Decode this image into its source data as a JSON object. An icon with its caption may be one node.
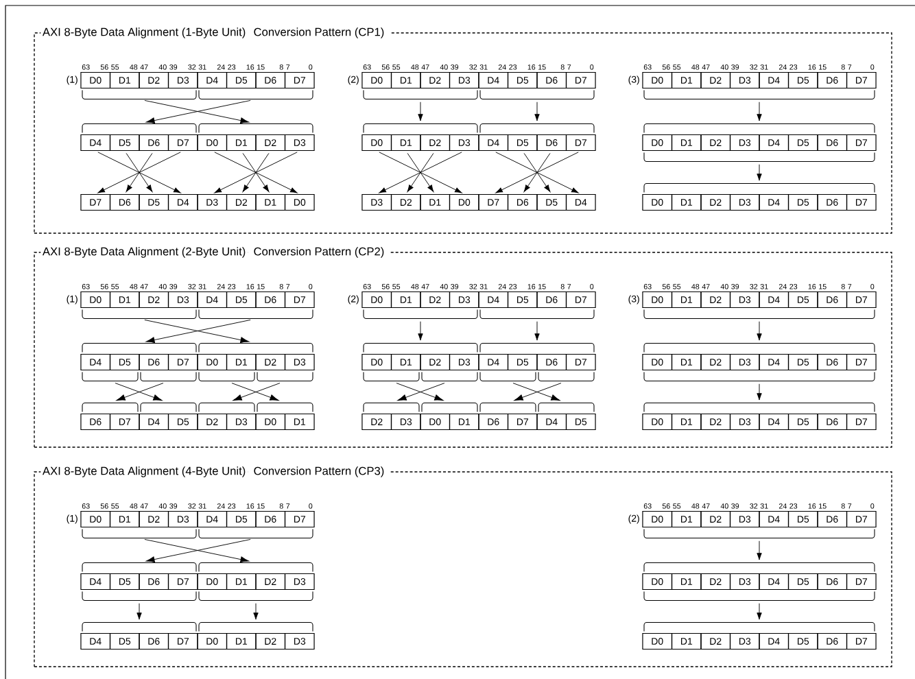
{
  "diagram": {
    "nodes": [
      {
        "text": [
          "AXI 8-Byte Data Alignment (1-Byte Unit)",
          "Conversion Pattern (CP1)"
        ]
      },
      {
        "text": [
          "D0"
        ],
        "in": 0
      },
      {
        "text": [
          "D1"
        ],
        "in": 0
      },
      {
        "text": [
          "D2"
        ],
        "in": 0
      },
      {
        "text": [
          "D3"
        ],
        "in": 0
      },
      {
        "text": [
          "D4"
        ],
        "in": 0
      },
      {
        "text": [
          "D5"
        ],
        "in": 0
      },
      {
        "text": [
          "D6"
        ],
        "in": 0
      },
      {
        "text": [
          "D7"
        ],
        "in": 0
      },
      {
        "text": [],
        "shape": "bracket",
        "in": 0
      },
      {
        "text": [],
        "shape": "bracket",
        "in": 0
      },
      {
        "text": [],
        "shape": "bracket",
        "in": 0
      },
      {
        "text": [],
        "shape": "bracket",
        "in": 0
      },
      {
        "text": [
          "D4"
        ],
        "in": 0
      },
      {
        "text": [
          "D5"
        ],
        "in": 0
      },
      {
        "text": [
          "D6"
        ],
        "in": 0
      },
      {
        "text": [
          "D7"
        ],
        "in": 0
      },
      {
        "text": [
          "D0"
        ],
        "in": 0
      },
      {
        "text": [
          "D1"
        ],
        "in": 0
      },
      {
        "text": [
          "D2"
        ],
        "in": 0
      },
      {
        "text": [
          "D3"
        ],
        "in": 0
      },
      {
        "text": [
          "D7"
        ],
        "in": 0
      },
      {
        "text": [
          "D6"
        ],
        "in": 0
      },
      {
        "text": [
          "D5"
        ],
        "in": 0
      },
      {
        "text": [
          "D4"
        ],
        "in": 0
      },
      {
        "text": [
          "D3"
        ],
        "in": 0
      },
      {
        "text": [
          "D2"
        ],
        "in": 0
      },
      {
        "text": [
          "D1"
        ],
        "in": 0
      },
      {
        "text": [
          "D0"
        ],
        "in": 0
      },
      {
        "text": [
          "D0"
        ],
        "in": 0
      },
      {
        "text": [
          "D1"
        ],
        "in": 0
      },
      {
        "text": [
          "D2"
        ],
        "in": 0
      },
      {
        "text": [
          "D3"
        ],
        "in": 0
      },
      {
        "text": [
          "D4"
        ],
        "in": 0
      },
      {
        "text": [
          "D5"
        ],
        "in": 0
      },
      {
        "text": [
          "D6"
        ],
        "in": 0
      },
      {
        "text": [
          "D7"
        ],
        "in": 0
      },
      {
        "text": [],
        "shape": "bracket",
        "in": 0
      },
      {
        "text": [],
        "shape": "bracket",
        "in": 0
      },
      {
        "text": [],
        "shape": "bracket",
        "in": 0
      },
      {
        "text": [],
        "shape": "bracket",
        "in": 0
      },
      {
        "text": [
          "D0"
        ],
        "in": 0
      },
      {
        "text": [
          "D1"
        ],
        "in": 0
      },
      {
        "text": [
          "D2"
        ],
        "in": 0
      },
      {
        "text": [
          "D3"
        ],
        "in": 0
      },
      {
        "text": [
          "D4"
        ],
        "in": 0
      },
      {
        "text": [
          "D5"
        ],
        "in": 0
      },
      {
        "text": [
          "D6"
        ],
        "in": 0
      },
      {
        "text": [
          "D7"
        ],
        "in": 0
      },
      {
        "text": [
          "D3"
        ],
        "in": 0
      },
      {
        "text": [
          "D2"
        ],
        "in": 0
      },
      {
        "text": [
          "D1"
        ],
        "in": 0
      },
      {
        "text": [
          "D0"
        ],
        "in": 0
      },
      {
        "text": [
          "D7"
        ],
        "in": 0
      },
      {
        "text": [
          "D6"
        ],
        "in": 0
      },
      {
        "text": [
          "D5"
        ],
        "in": 0
      },
      {
        "text": [
          "D4"
        ],
        "in": 0
      },
      {
        "text": [
          "D0"
        ],
        "in": 0
      },
      {
        "text": [
          "D1"
        ],
        "in": 0
      },
      {
        "text": [
          "D2"
        ],
        "in": 0
      },
      {
        "text": [
          "D3"
        ],
        "in": 0
      },
      {
        "text": [
          "D4"
        ],
        "in": 0
      },
      {
        "text": [
          "D5"
        ],
        "in": 0
      },
      {
        "text": [
          "D6"
        ],
        "in": 0
      },
      {
        "text": [
          "D7"
        ],
        "in": 0
      },
      {
        "text": [],
        "shape": "bracket",
        "in": 0
      },
      {
        "text": [],
        "shape": "bracket",
        "in": 0
      },
      {
        "text": [
          "D0"
        ],
        "in": 0
      },
      {
        "text": [
          "D1"
        ],
        "in": 0
      },
      {
        "text": [
          "D2"
        ],
        "in": 0
      },
      {
        "text": [
          "D3"
        ],
        "in": 0
      },
      {
        "text": [
          "D4"
        ],
        "in": 0
      },
      {
        "text": [
          "D5"
        ],
        "in": 0
      },
      {
        "text": [
          "D6"
        ],
        "in": 0
      },
      {
        "text": [
          "D7"
        ],
        "in": 0
      },
      {
        "text": [],
        "shape": "bracket",
        "in": 0
      },
      {
        "text": [],
        "shape": "bracket",
        "in": 0
      },
      {
        "text": [
          "D0"
        ],
        "in": 0
      },
      {
        "text": [
          "D1"
        ],
        "in": 0
      },
      {
        "text": [
          "D2"
        ],
        "in": 0
      },
      {
        "text": [
          "D3"
        ],
        "in": 0
      },
      {
        "text": [
          "D4"
        ],
        "in": 0
      },
      {
        "text": [
          "D5"
        ],
        "in": 0
      },
      {
        "text": [
          "D6"
        ],
        "in": 0
      },
      {
        "text": [
          "D7"
        ],
        "in": 0
      },
      {
        "text": [
          "AXI 8-Byte Data Alignment (2-Byte Unit)",
          "Conversion Pattern (CP2)"
        ]
      },
      {
        "text": [
          "D0"
        ],
        "in": 85
      },
      {
        "text": [
          "D1"
        ],
        "in": 85
      },
      {
        "text": [
          "D2"
        ],
        "in": 85
      },
      {
        "text": [
          "D3"
        ],
        "in": 85
      },
      {
        "text": [
          "D4"
        ],
        "in": 85
      },
      {
        "text": [
          "D5"
        ],
        "in": 85
      },
      {
        "text": [
          "D6"
        ],
        "in": 85
      },
      {
        "text": [
          "D7"
        ],
        "in": 85
      },
      {
        "text": [],
        "shape": "bracket",
        "in": 85
      },
      {
        "text": [],
        "shape": "bracket",
        "in": 85
      },
      {
        "text": [],
        "shape": "bracket",
        "in": 85
      },
      {
        "text": [],
        "shape": "bracket",
        "in": 85
      },
      {
        "text": [
          "D4"
        ],
        "in": 85
      },
      {
        "text": [
          "D5"
        ],
        "in": 85
      },
      {
        "text": [
          "D6"
        ],
        "in": 85
      },
      {
        "text": [
          "D7"
        ],
        "in": 85
      },
      {
        "text": [
          "D0"
        ],
        "in": 85
      },
      {
        "text": [
          "D1"
        ],
        "in": 85
      },
      {
        "text": [
          "D2"
        ],
        "in": 85
      },
      {
        "text": [
          "D3"
        ],
        "in": 85
      },
      {
        "text": [],
        "shape": "bracket",
        "in": 85
      },
      {
        "text": [],
        "shape": "bracket",
        "in": 85
      },
      {
        "text": [],
        "shape": "bracket",
        "in": 85
      },
      {
        "text": [],
        "shape": "bracket",
        "in": 85
      },
      {
        "text": [],
        "shape": "bracket",
        "in": 85
      },
      {
        "text": [],
        "shape": "bracket",
        "in": 85
      },
      {
        "text": [],
        "shape": "bracket",
        "in": 85
      },
      {
        "text": [],
        "shape": "bracket",
        "in": 85
      },
      {
        "text": [
          "D6"
        ],
        "in": 85
      },
      {
        "text": [
          "D7"
        ],
        "in": 85
      },
      {
        "text": [
          "D4"
        ],
        "in": 85
      },
      {
        "text": [
          "D5"
        ],
        "in": 85
      },
      {
        "text": [
          "D2"
        ],
        "in": 85
      },
      {
        "text": [
          "D3"
        ],
        "in": 85
      },
      {
        "text": [
          "D0"
        ],
        "in": 85
      },
      {
        "text": [
          "D1"
        ],
        "in": 85
      },
      {
        "text": [
          "D0"
        ],
        "in": 85
      },
      {
        "text": [
          "D1"
        ],
        "in": 85
      },
      {
        "text": [
          "D2"
        ],
        "in": 85
      },
      {
        "text": [
          "D3"
        ],
        "in": 85
      },
      {
        "text": [
          "D4"
        ],
        "in": 85
      },
      {
        "text": [
          "D5"
        ],
        "in": 85
      },
      {
        "text": [
          "D6"
        ],
        "in": 85
      },
      {
        "text": [
          "D7"
        ],
        "in": 85
      },
      {
        "text": [],
        "shape": "bracket",
        "in": 85
      },
      {
        "text": [],
        "shape": "bracket",
        "in": 85
      },
      {
        "text": [],
        "shape": "bracket",
        "in": 85
      },
      {
        "text": [],
        "shape": "bracket",
        "in": 85
      },
      {
        "text": [
          "D0"
        ],
        "in": 85
      },
      {
        "text": [
          "D1"
        ],
        "in": 85
      },
      {
        "text": [
          "D2"
        ],
        "in": 85
      },
      {
        "text": [
          "D3"
        ],
        "in": 85
      },
      {
        "text": [
          "D4"
        ],
        "in": 85
      },
      {
        "text": [
          "D5"
        ],
        "in": 85
      },
      {
        "text": [
          "D6"
        ],
        "in": 85
      },
      {
        "text": [
          "D7"
        ],
        "in": 85
      },
      {
        "text": [],
        "shape": "bracket",
        "in": 85
      },
      {
        "text": [],
        "shape": "bracket",
        "in": 85
      },
      {
        "text": [],
        "shape": "bracket",
        "in": 85
      },
      {
        "text": [],
        "shape": "bracket",
        "in": 85
      },
      {
        "text": [],
        "shape": "bracket",
        "in": 85
      },
      {
        "text": [],
        "shape": "bracket",
        "in": 85
      },
      {
        "text": [],
        "shape": "bracket",
        "in": 85
      },
      {
        "text": [],
        "shape": "bracket",
        "in": 85
      },
      {
        "text": [
          "D2"
        ],
        "in": 85
      },
      {
        "text": [
          "D3"
        ],
        "in": 85
      },
      {
        "text": [
          "D0"
        ],
        "in": 85
      },
      {
        "text": [
          "D1"
        ],
        "in": 85
      },
      {
        "text": [
          "D6"
        ],
        "in": 85
      },
      {
        "text": [
          "D7"
        ],
        "in": 85
      },
      {
        "text": [
          "D4"
        ],
        "in": 85
      },
      {
        "text": [
          "D5"
        ],
        "in": 85
      },
      {
        "text": [
          "D0"
        ],
        "in": 85
      },
      {
        "text": [
          "D1"
        ],
        "in": 85
      },
      {
        "text": [
          "D2"
        ],
        "in": 85
      },
      {
        "text": [
          "D3"
        ],
        "in": 85
      },
      {
        "text": [
          "D4"
        ],
        "in": 85
      },
      {
        "text": [
          "D5"
        ],
        "in": 85
      },
      {
        "text": [
          "D6"
        ],
        "in": 85
      },
      {
        "text": [
          "D7"
        ],
        "in": 85
      },
      {
        "text": [],
        "shape": "bracket",
        "in": 85
      },
      {
        "text": [],
        "shape": "bracket",
        "in": 85
      },
      {
        "text": [
          "D0"
        ],
        "in": 85
      },
      {
        "text": [
          "D1"
        ],
        "in": 85
      },
      {
        "text": [
          "D2"
        ],
        "in": 85
      },
      {
        "text": [
          "D3"
        ],
        "in": 85
      },
      {
        "text": [
          "D4"
        ],
        "in": 85
      },
      {
        "text": [
          "D5"
        ],
        "in": 85
      },
      {
        "text": [
          "D6"
        ],
        "in": 85
      },
      {
        "text": [
          "D7"
        ],
        "in": 85
      },
      {
        "text": [],
        "shape": "bracket",
        "in": 85
      },
      {
        "text": [],
        "shape": "bracket",
        "in": 85
      },
      {
        "text": [
          "D0"
        ],
        "in": 85
      },
      {
        "text": [
          "D1"
        ],
        "in": 85
      },
      {
        "text": [
          "D2"
        ],
        "in": 85
      },
      {
        "text": [
          "D3"
        ],
        "in": 85
      },
      {
        "text": [
          "D4"
        ],
        "in": 85
      },
      {
        "text": [
          "D5"
        ],
        "in": 85
      },
      {
        "text": [
          "D6"
        ],
        "in": 85
      },
      {
        "text": [
          "D7"
        ],
        "in": 85
      },
      {
        "text": [
          "AXI 8-Byte Data Alignment (4-Byte Unit)",
          "Conversion Pattern (CP3)"
        ]
      },
      {
        "text": [
          "D0"
        ],
        "in": 186
      },
      {
        "text": [
          "D1"
        ],
        "in": 186
      },
      {
        "text": [
          "D2"
        ],
        "in": 186
      },
      {
        "text": [
          "D3"
        ],
        "in": 186
      },
      {
        "text": [
          "D4"
        ],
        "in": 186
      },
      {
        "text": [
          "D5"
        ],
        "in": 186
      },
      {
        "text": [
          "D6"
        ],
        "in": 186
      },
      {
        "text": [
          "D7"
        ],
        "in": 186
      },
      {
        "text": [],
        "shape": "bracket",
        "in": 186
      },
      {
        "text": [],
        "shape": "bracket",
        "in": 186
      },
      {
        "text": [],
        "shape": "bracket",
        "in": 186
      },
      {
        "text": [],
        "shape": "bracket",
        "in": 186
      },
      {
        "text": [
          "D4"
        ],
        "in": 186
      },
      {
        "text": [
          "D5"
        ],
        "in": 186
      },
      {
        "text": [
          "D6"
        ],
        "in": 186
      },
      {
        "text": [
          "D7"
        ],
        "in": 186
      },
      {
        "text": [
          "D0"
        ],
        "in": 186
      },
      {
        "text": [
          "D1"
        ],
        "in": 186
      },
      {
        "text": [
          "D2"
        ],
        "in": 186
      },
      {
        "text": [
          "D3"
        ],
        "in": 186
      },
      {
        "text": [],
        "shape": "bracket",
        "in": 186
      },
      {
        "text": [],
        "shape": "bracket",
        "in": 186
      },
      {
        "text": [],
        "shape": "bracket",
        "in": 186
      },
      {
        "text": [],
        "shape": "bracket",
        "in": 186
      },
      {
        "text": [
          "D4"
        ],
        "in": 186
      },
      {
        "text": [
          "D5"
        ],
        "in": 186
      },
      {
        "text": [
          "D6"
        ],
        "in": 186
      },
      {
        "text": [
          "D7"
        ],
        "in": 186
      },
      {
        "text": [
          "D0"
        ],
        "in": 186
      },
      {
        "text": [
          "D1"
        ],
        "in": 186
      },
      {
        "text": [
          "D2"
        ],
        "in": 186
      },
      {
        "text": [
          "D3"
        ],
        "in": 186
      },
      {
        "text": [
          "D0"
        ],
        "in": 186
      },
      {
        "text": [
          "D1"
        ],
        "in": 186
      },
      {
        "text": [
          "D2"
        ],
        "in": 186
      },
      {
        "text": [
          "D3"
        ],
        "in": 186
      },
      {
        "text": [
          "D4"
        ],
        "in": 186
      },
      {
        "text": [
          "D5"
        ],
        "in": 186
      },
      {
        "text": [
          "D6"
        ],
        "in": 186
      },
      {
        "text": [
          "D7"
        ],
        "in": 186
      },
      {
        "text": [],
        "shape": "bracket",
        "in": 186
      },
      {
        "text": [],
        "shape": "bracket",
        "in": 186
      },
      {
        "text": [
          "D0"
        ],
        "in": 186
      },
      {
        "text": [
          "D1"
        ],
        "in": 186
      },
      {
        "text": [
          "D2"
        ],
        "in": 186
      },
      {
        "text": [
          "D3"
        ],
        "in": 186
      },
      {
        "text": [
          "D4"
        ],
        "in": 186
      },
      {
        "text": [
          "D5"
        ],
        "in": 186
      },
      {
        "text": [
          "D6"
        ],
        "in": 186
      },
      {
        "text": [
          "D7"
        ],
        "in": 186
      },
      {
        "text": [],
        "shape": "bracket",
        "in": 186
      },
      {
        "text": [],
        "shape": "bracket",
        "in": 186
      },
      {
        "text": [
          "D0"
        ],
        "in": 186
      },
      {
        "text": [
          "D1"
        ],
        "in": 186
      },
      {
        "text": [
          "D2"
        ],
        "in": 186
      },
      {
        "text": [
          "D3"
        ],
        "in": 186
      },
      {
        "text": [
          "D4"
        ],
        "in": 186
      },
      {
        "text": [
          "D5"
        ],
        "in": 186
      },
      {
        "text": [
          "D6"
        ],
        "in": 186
      },
      {
        "text": [
          "D7"
        ],
        "in": 186
      }
    ],
    "edges": [
      {
        "from": 9,
        "to": 12,
        "arrow": "to"
      },
      {
        "from": 10,
        "to": 11,
        "arrow": "to"
      },
      {
        "from": 13,
        "to": 24,
        "arrow": "to"
      },
      {
        "from": 14,
        "to": 23,
        "arrow": "to"
      },
      {
        "from": 15,
        "to": 22,
        "arrow": "to"
      },
      {
        "from": 16,
        "to": 21,
        "arrow": "to"
      },
      {
        "from": 17,
        "to": 28,
        "arrow": "to"
      },
      {
        "from": 18,
        "to": 27,
        "arrow": "to"
      },
      {
        "from": 19,
        "to": 26,
        "arrow": "to"
      },
      {
        "from": 20,
        "to": 25,
        "arrow": "to"
      },
      {
        "from": 37,
        "to": 39,
        "arrow": "to"
      },
      {
        "from": 38,
        "to": 40,
        "arrow": "to"
      },
      {
        "from": 41,
        "to": 52,
        "arrow": "to"
      },
      {
        "from": 42,
        "to": 51,
        "arrow": "to"
      },
      {
        "from": 43,
        "to": 50,
        "arrow": "to"
      },
      {
        "from": 44,
        "to": 49,
        "arrow": "to"
      },
      {
        "from": 45,
        "to": 56,
        "arrow": "to"
      },
      {
        "from": 46,
        "to": 55,
        "arrow": "to"
      },
      {
        "from": 47,
        "to": 54,
        "arrow": "to"
      },
      {
        "from": 48,
        "to": 53,
        "arrow": "to"
      },
      {
        "from": 65,
        "to": 66,
        "arrow": "to"
      },
      {
        "from": 75,
        "to": 76,
        "arrow": "to"
      },
      {
        "from": 94,
        "to": 97,
        "arrow": "to"
      },
      {
        "from": 95,
        "to": 96,
        "arrow": "to"
      },
      {
        "from": 106,
        "to": 111,
        "arrow": "to"
      },
      {
        "from": 107,
        "to": 110,
        "arrow": "to"
      },
      {
        "from": 108,
        "to": 113,
        "arrow": "to"
      },
      {
        "from": 109,
        "to": 112,
        "arrow": "to"
      },
      {
        "from": 130,
        "to": 132,
        "arrow": "to"
      },
      {
        "from": 131,
        "to": 133,
        "arrow": "to"
      },
      {
        "from": 142,
        "to": 147,
        "arrow": "to"
      },
      {
        "from": 143,
        "to": 146,
        "arrow": "to"
      },
      {
        "from": 144,
        "to": 149,
        "arrow": "to"
      },
      {
        "from": 145,
        "to": 148,
        "arrow": "to"
      },
      {
        "from": 166,
        "to": 167,
        "arrow": "to"
      },
      {
        "from": 176,
        "to": 177,
        "arrow": "to"
      },
      {
        "from": 195,
        "to": 198,
        "arrow": "to"
      },
      {
        "from": 196,
        "to": 197,
        "arrow": "to"
      },
      {
        "from": 207,
        "to": 209,
        "arrow": "to"
      },
      {
        "from": 208,
        "to": 210,
        "arrow": "to"
      },
      {
        "from": 227,
        "to": 228,
        "arrow": "to"
      },
      {
        "from": 237,
        "to": 238,
        "arrow": "to"
      }
    ],
    "labels": [
      "63",
      "56",
      "55",
      "48",
      "47",
      "40",
      "39",
      "32",
      "31",
      "24",
      "23",
      "16",
      "15",
      "8",
      "7",
      "0",
      "(1)",
      "63",
      "56",
      "55",
      "48",
      "47",
      "40",
      "39",
      "32",
      "31",
      "24",
      "23",
      "16",
      "15",
      "8",
      "7",
      "0",
      "(2)",
      "63",
      "56",
      "55",
      "48",
      "47",
      "40",
      "39",
      "32",
      "31",
      "24",
      "23",
      "16",
      "15",
      "8",
      "7",
      "0",
      "(3)",
      "63",
      "56",
      "55",
      "48",
      "47",
      "40",
      "39",
      "32",
      "31",
      "24",
      "23",
      "16",
      "15",
      "8",
      "7",
      "0",
      "(1)",
      "63",
      "56",
      "55",
      "48",
      "47",
      "40",
      "39",
      "32",
      "31",
      "24",
      "23",
      "16",
      "15",
      "8",
      "7",
      "0",
      "(2)",
      "63",
      "56",
      "55",
      "48",
      "47",
      "40",
      "39",
      "32",
      "31",
      "24",
      "23",
      "16",
      "15",
      "8",
      "7",
      "0",
      "(3)",
      "63",
      "56",
      "55",
      "48",
      "47",
      "40",
      "39",
      "32",
      "31",
      "24",
      "23",
      "16",
      "15",
      "8",
      "7",
      "0",
      "(1)",
      "63",
      "56",
      "55",
      "48",
      "47",
      "40",
      "39",
      "32",
      "31",
      "24",
      "23",
      "16",
      "15",
      "8",
      "7",
      "0",
      "(2)"
    ]
  }
}
